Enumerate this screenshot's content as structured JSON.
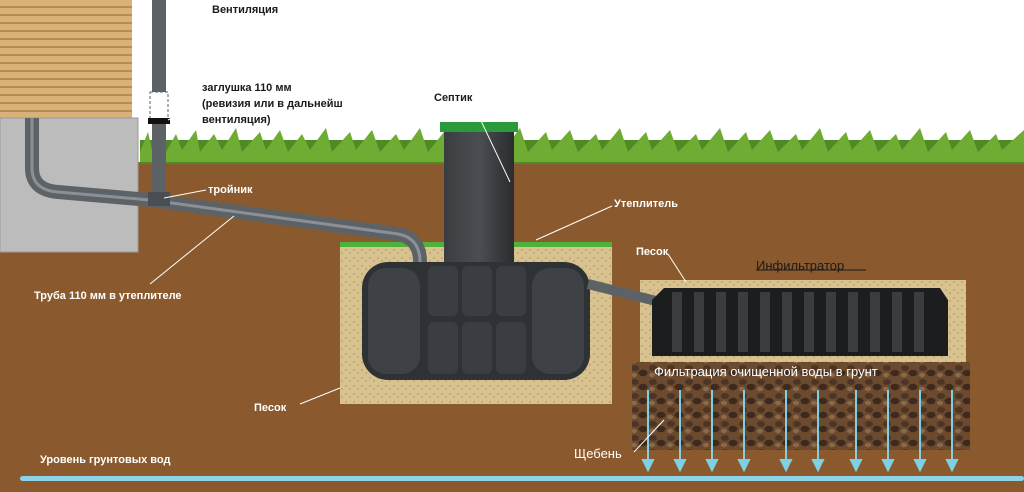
{
  "labels": {
    "ventilation": "Вентиляция",
    "plug_line1": "заглушка 110 мм",
    "plug_line2": "(ревизия или в дальнейш",
    "plug_line3": "вентиляция)",
    "septic": "Септик",
    "tee": "тройник",
    "insulation": "Утеплитель",
    "sand_right": "Песок",
    "infiltrator": "Инфильтратор",
    "pipe": "Труба 110 мм в утеплителе",
    "filtration": "Фильтрация очищенной воды в грунт",
    "sand_bottom": "Песок",
    "gravel": "Щебень",
    "groundwater": "Уровень грунтовых вод"
  },
  "colors": {
    "soil": "#8a5a2e",
    "sand": "#d8c28f",
    "grass": "#5e9a2a",
    "tank": "#2f3235",
    "pipe": "#5d6267",
    "lid": "#2a9a3a",
    "water_line": "#8ed2e6",
    "arrow": "#7fd0e4"
  }
}
